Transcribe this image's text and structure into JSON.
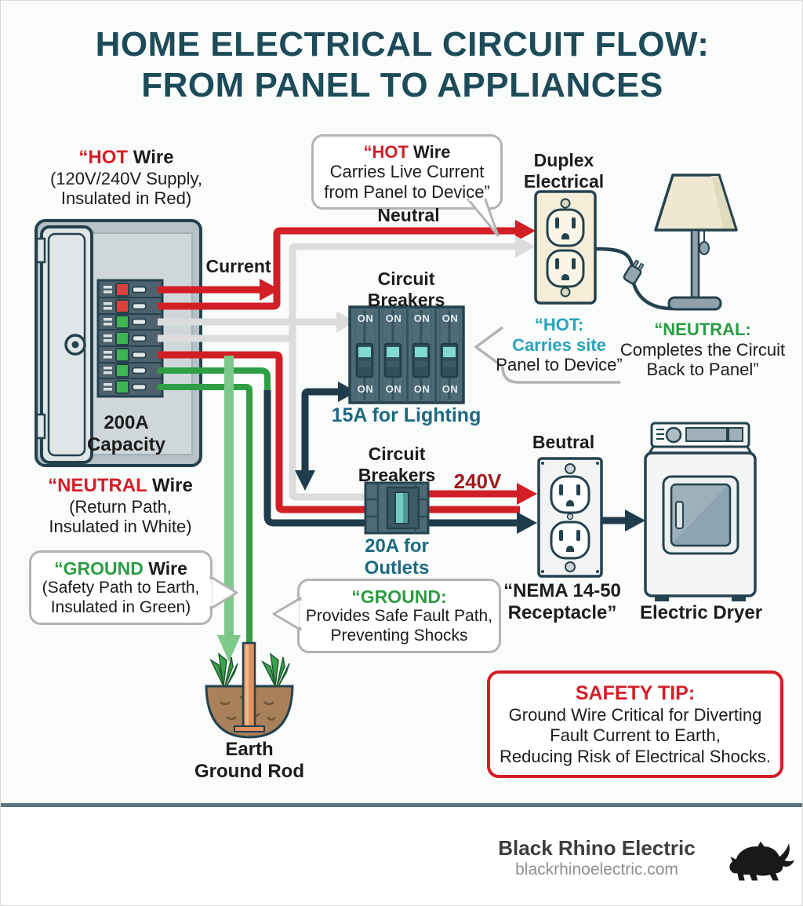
{
  "title": {
    "line1": "HOME ELECTRICAL CIRCUIT FLOW:",
    "line2": "FROM PANEL TO APPLIANCES"
  },
  "panel": {
    "hot_wire": {
      "head_colored": "“HOT",
      "head_rest": " Wire",
      "line2": "(120V/240V Supply,",
      "line3": "Insulated in Red)"
    },
    "capacity": {
      "line1": "200A",
      "line2": "Capacity"
    },
    "neutral_wire": {
      "head_colored": "“NEUTRAL",
      "head_rest": " Wire",
      "line2": "(Return Path,",
      "line3": "Insulated in White)"
    },
    "ground_bubble": {
      "head_colored": "“GROUND",
      "head_rest": " Wire",
      "line2": "(Safety Path to Earth,",
      "line3": "Insulated in Green)"
    }
  },
  "flow": {
    "current": "Current",
    "neutral": "Neutral",
    "hot_bubble": {
      "head_colored": "“HOT",
      "head_rest": " Wire",
      "line2": "Carries Live Current",
      "line3": "from Panel to Device”"
    },
    "hot_colon": {
      "line1": "“HOT:",
      "line2": "Carries site",
      "line3": "Panel to Device”"
    },
    "neutral_colon": {
      "line1": "“NEUTRAL:",
      "line2": "Completes the Circuit",
      "line3": "Back to Panel”"
    },
    "ground_colon": {
      "line1": "“GROUND:",
      "line2": "Provides Safe Fault Path,",
      "line3": "Preventing Shocks"
    }
  },
  "breakers_lighting": {
    "title_line1": "Circuit",
    "title_line2": "Breakers",
    "on_label": "ON",
    "rating": "15A for Lighting"
  },
  "breakers_outlets": {
    "title_line1": "Circuit",
    "title_line2": "Breakers",
    "voltage": "240V",
    "rating_line1": "20A for",
    "rating_line2": "Outlets"
  },
  "devices": {
    "duplex": {
      "line1": "Duplex",
      "line2": "Electrical"
    },
    "beutral": "Beutral",
    "nema": {
      "line1": "“NEMA 14-50",
      "line2": "Receptacle”"
    },
    "dryer": "Electric Dryer",
    "earth": {
      "line1": "Earth",
      "line2": "Ground Rod"
    }
  },
  "safety_tip": {
    "head": "SAFETY TIP:",
    "line1": "Ground Wire Critical for Diverting",
    "line2": "Fault Current to Earth,",
    "line3": "Reducing Risk of Electrical Shocks."
  },
  "footer": {
    "brand": "Black Rhino Electric",
    "site": "blackrhinoelectric.com"
  },
  "colors": {
    "title": "#1d4b59",
    "hot_red": "#d21f26",
    "dark_red": "#9e1c20",
    "neutral_gray": "#dcdcdc",
    "ground_green": "#2f9e44",
    "light_green": "#7cc98a",
    "navy": "#1f3c4d",
    "teal_label": "#1c6a80",
    "cyan": "#2aa3bd",
    "green_text": "#2d9b43"
  }
}
